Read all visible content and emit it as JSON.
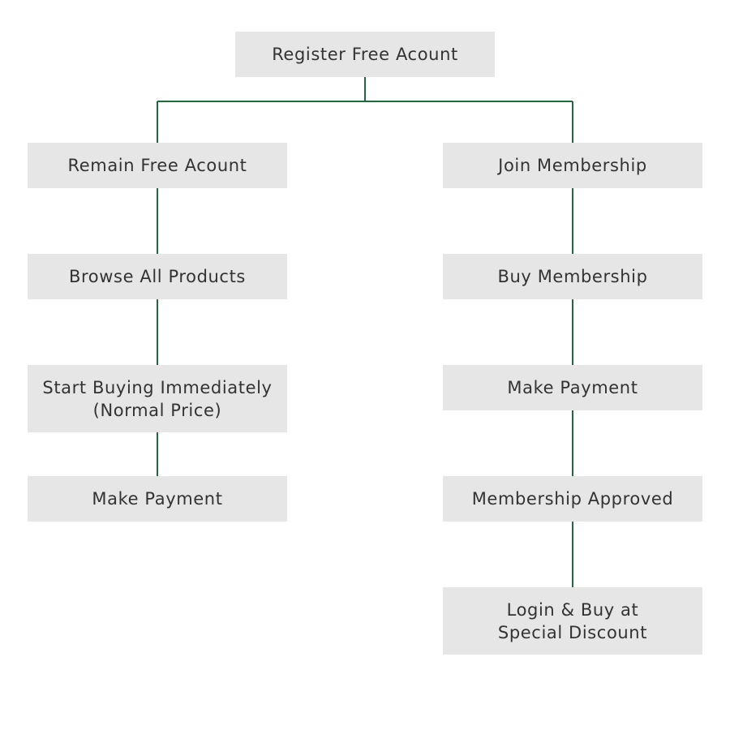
{
  "colors": {
    "box_fill": "#e6e6e6",
    "connector": "#1e6b3c",
    "text": "#333333"
  },
  "root": {
    "label": "Register Free Acount"
  },
  "free_branch": {
    "remain_free": "Remain Free Acount",
    "browse": "Browse All Products",
    "start_buying_line1": "Start Buying Immediately",
    "start_buying_line2": "(Normal Price)",
    "make_payment": "Make Payment"
  },
  "member_branch": {
    "join": "Join Membership",
    "buy": "Buy Membership",
    "make_payment": "Make Payment",
    "approved": "Membership Approved",
    "login_line1": "Login & Buy at",
    "login_line2": "Special Discount"
  }
}
